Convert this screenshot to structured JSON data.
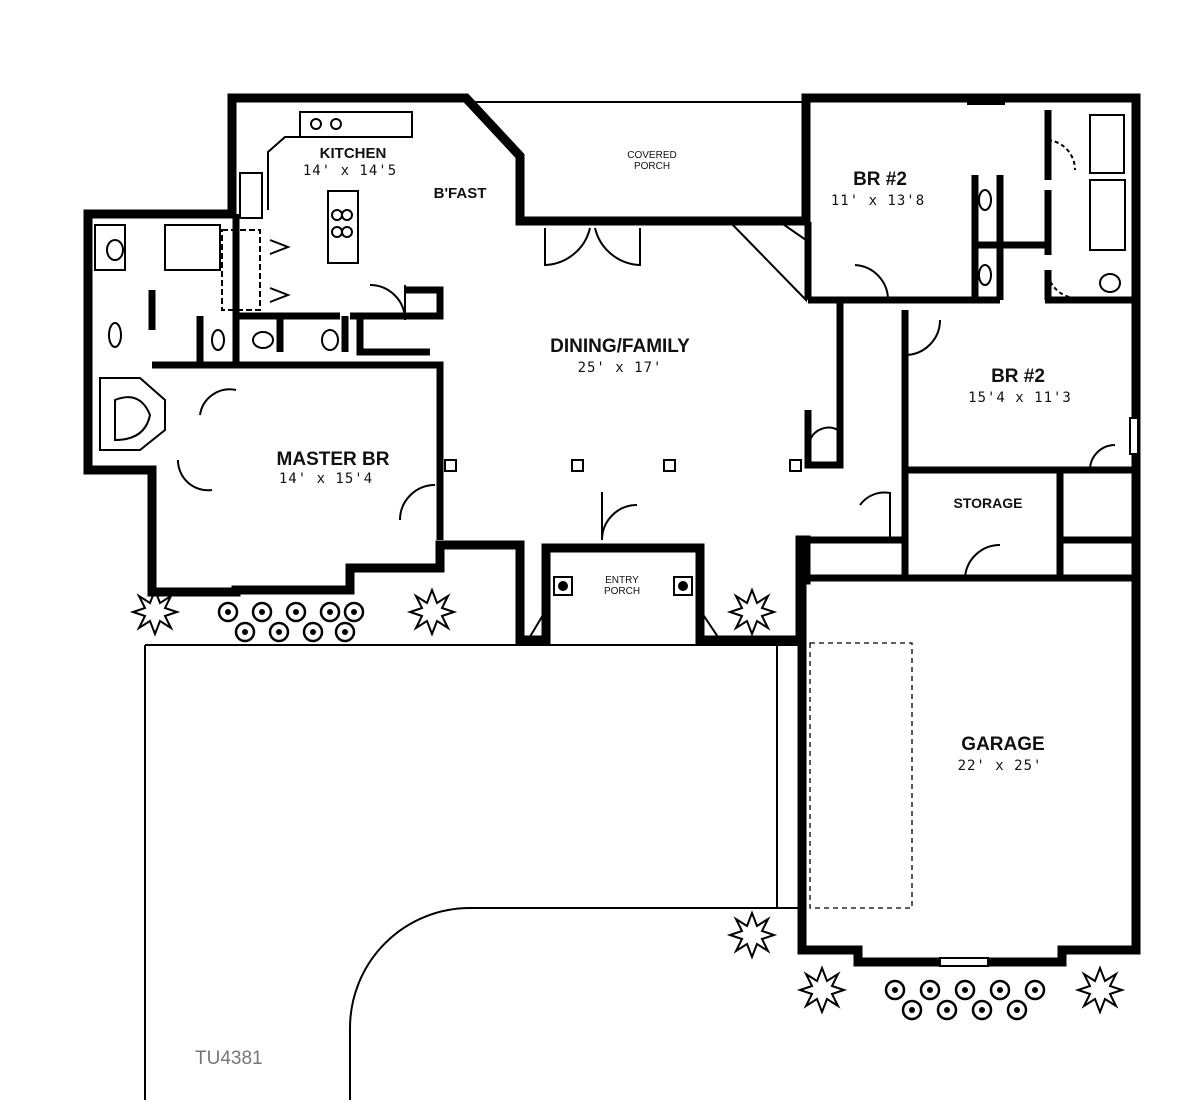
{
  "plan_id": "TU4381",
  "rooms": {
    "kitchen": {
      "name": "KITCHEN",
      "dim": "14' x 14'5"
    },
    "bfast": {
      "name": "B'FAST"
    },
    "covered_porch": {
      "name": "COVERED PORCH"
    },
    "dining_family": {
      "name": "DINING/FAMILY",
      "dim": "25' x 17'"
    },
    "br2_upper": {
      "name": "BR #2",
      "dim": "11' x 13'8"
    },
    "br2_lower": {
      "name": "BR #2",
      "dim": "15'4 x 11'3"
    },
    "master": {
      "name": "MASTER BR",
      "dim": "14' x 15'4"
    },
    "storage": {
      "name": "STORAGE"
    },
    "entry_porch": {
      "name": "ENTRY PORCH"
    },
    "garage": {
      "name": "GARAGE",
      "dim": "22' x 25'"
    }
  }
}
